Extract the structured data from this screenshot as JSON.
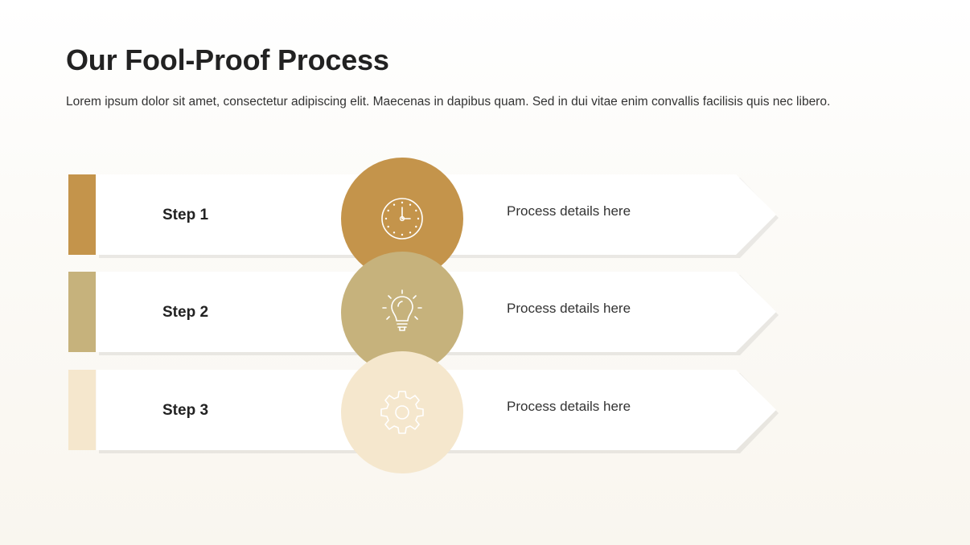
{
  "slide": {
    "title": "Our Fool-Proof Process",
    "subtitle": "Lorem ipsum dolor sit amet, consectetur adipiscing elit. Maecenas in dapibus quam. Sed in dui vitae enim convallis facilisis quis nec libero."
  },
  "steps": [
    {
      "label": "Step 1",
      "detail": "Process details here",
      "color": "#c4944b",
      "icon": "clock-icon"
    },
    {
      "label": "Step 2",
      "detail": "Process details here",
      "color": "#c6b27c",
      "icon": "lightbulb-icon"
    },
    {
      "label": "Step 3",
      "detail": "Process details here",
      "color": "#f5e7cd",
      "icon": "gear-icon"
    }
  ]
}
